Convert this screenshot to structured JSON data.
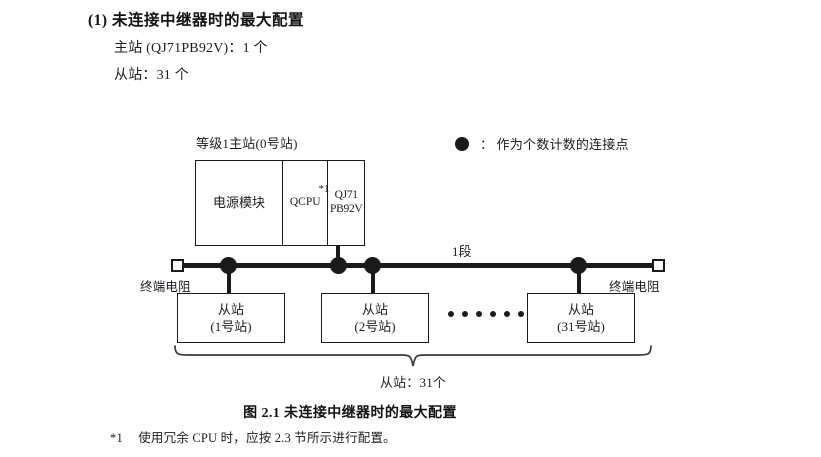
{
  "heading": {
    "section_title": "(1) 未连接中继器时的最大配置",
    "spec_master": "主站 (QJ71PB92V)：1 个",
    "spec_slave": "从站：31 个"
  },
  "legend": {
    "dot_icon": "filled-circle-icon",
    "text": "： 作为个数计数的连接点"
  },
  "diagram": {
    "rack_label": "等级1主站(0号站)",
    "rack_cells": {
      "power": "电源模块",
      "cpu": "QCPU",
      "cpu_note": "*1",
      "network_line1": "QJ71",
      "network_line2": "PB92V"
    },
    "segment_label": "1段",
    "terminator_left": "终端电阻",
    "terminator_right": "终端电阻",
    "slaves": [
      {
        "title": "从站",
        "station": "(1号站)"
      },
      {
        "title": "从站",
        "station": "(2号站)"
      },
      {
        "title": "从站",
        "station": "(31号站)"
      }
    ],
    "ellipsis_count": 6,
    "brace_caption": "从站：31个"
  },
  "figure_caption": "图 2.1  未连接中继器时的最大配置",
  "footnote": {
    "marker": "*1",
    "text": "使用冗余 CPU 时，应按 2.3 节所示进行配置。"
  },
  "colors": {
    "ink": "#1a1a1a",
    "text": "#1c1c22",
    "background": "#ffffff"
  }
}
